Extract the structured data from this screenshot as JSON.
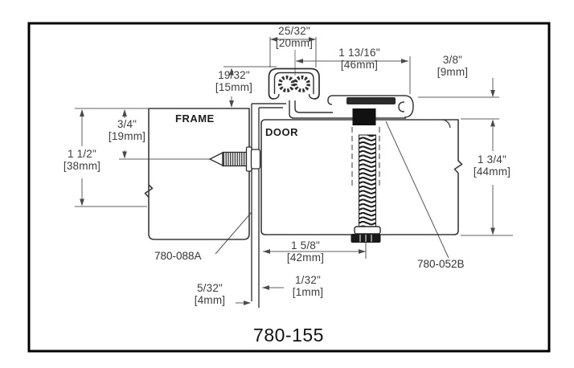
{
  "drawing": {
    "model": "780-155",
    "frame_label": "FRAME",
    "door_label": "DOOR",
    "part_labels": {
      "frame_leaf": "780-088A",
      "door_bolt": "780-052B"
    },
    "dimensions": {
      "cap_width": {
        "inches": "25/32\"",
        "metric": "[20mm]"
      },
      "leaf_length": {
        "inches": "1 13/16\"",
        "metric": "[46mm]"
      },
      "cap_height": {
        "inches": "19/32\"",
        "metric": "[15mm]"
      },
      "frame_inset": {
        "inches": "3/4\"",
        "metric": "[19mm]"
      },
      "frame_depth": {
        "inches": "1 1/2\"",
        "metric": "[38mm]"
      },
      "leaf_offset": {
        "inches": "3/8\"",
        "metric": "[9mm]"
      },
      "door_thickness": {
        "inches": "1 3/4\"",
        "metric": "[44mm]"
      },
      "bolt_backset": {
        "inches": "1 5/8\"",
        "metric": "[42mm]"
      },
      "door_clearance": {
        "inches": "1/32\"",
        "metric": "[1mm]"
      },
      "frame_clearance": {
        "inches": "5/32\"",
        "metric": "[4mm]"
      }
    }
  },
  "colors": {
    "background": "#ffffff",
    "border": "#000000",
    "part_line": "#3a3a3a",
    "dimension_line": "#5f5f5f",
    "text": "#3d3d3d",
    "fill_dark": "#111111"
  }
}
